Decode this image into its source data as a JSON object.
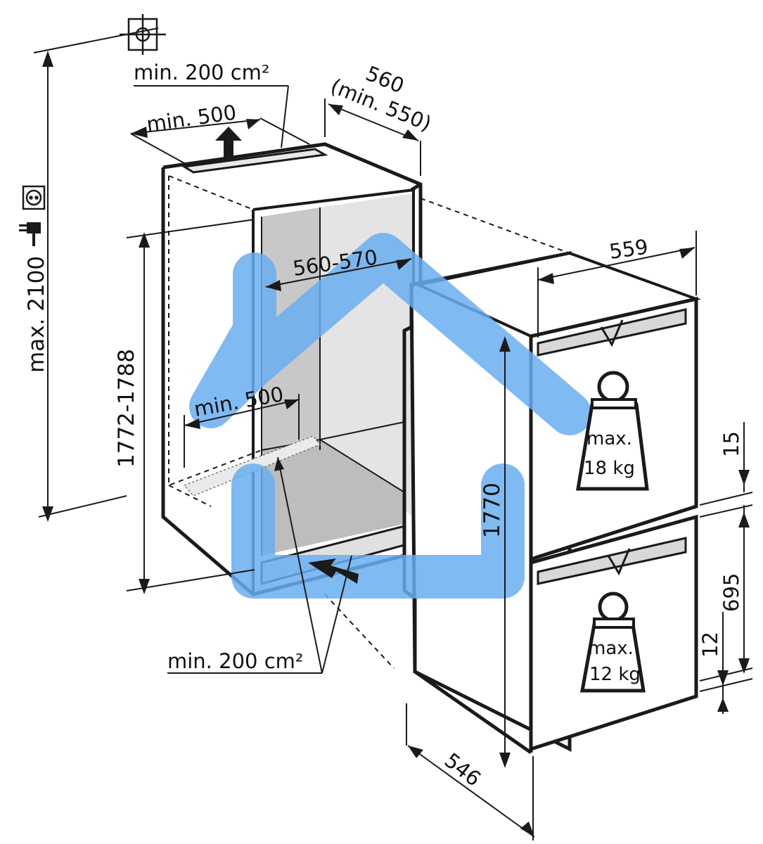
{
  "colors": {
    "line": "#1a1a1a",
    "cavity_back": "#c8c8c8",
    "cavity_side": "#e4e4e4",
    "airflow": "#6aaef0"
  },
  "icons": [
    "earth-ground-icon",
    "power-socket-icon",
    "power-plug-icon",
    "weight-icon"
  ],
  "labels": {
    "vent_top_area": "min. 200 cm²",
    "vent_bottom_area": "min. 200 cm²",
    "top_depth": "min. 500",
    "inner_depth": "min. 500",
    "niche_width_line1": "560",
    "niche_width_line2": "(min. 550)",
    "inner_width": "560-570",
    "max_height": "max. 2100",
    "niche_height": "1772-1788",
    "appliance_height": "1770",
    "appliance_width": "559",
    "appliance_depth": "546",
    "gap_top": "15",
    "drawer_height": "695",
    "gap_bottom": "12",
    "weight_top_line1": "max.",
    "weight_top_line2": "18 kg",
    "weight_bottom_line1": "max.",
    "weight_bottom_line2": "12 kg"
  }
}
